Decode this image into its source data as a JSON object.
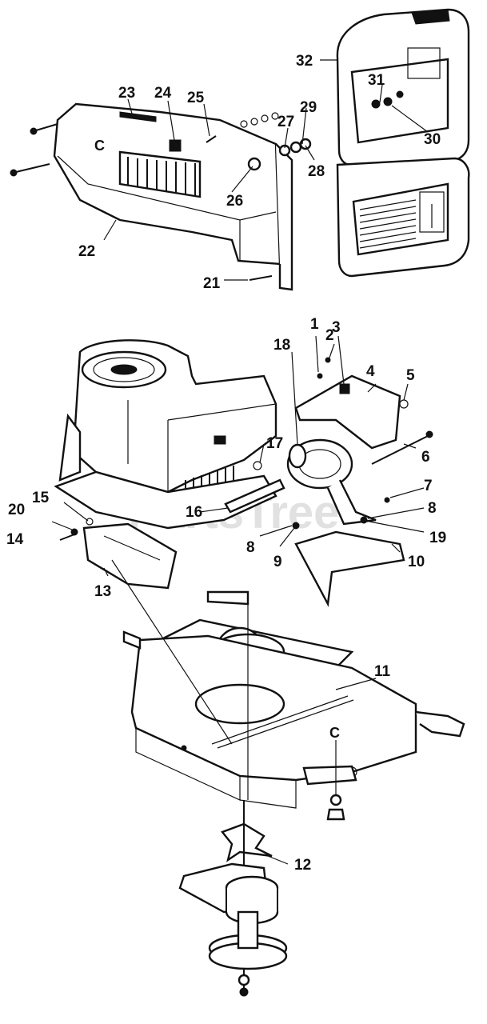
{
  "watermark": "PartsTree",
  "part_callouts": [
    "1",
    "2",
    "3",
    "4",
    "5",
    "6",
    "7",
    "8",
    "8",
    "9",
    "10",
    "11",
    "12",
    "13",
    "14",
    "15",
    "16",
    "17",
    "18",
    "19",
    "20",
    "21",
    "22",
    "23",
    "24",
    "25",
    "26",
    "27",
    "28",
    "29",
    "30",
    "31",
    "32"
  ],
  "reference_letters": [
    "C",
    "C"
  ]
}
